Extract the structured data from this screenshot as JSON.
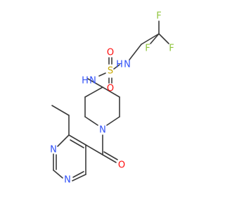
{
  "molecule": {
    "atoms": [
      {
        "label": "F",
        "color": "#8fc43c"
      },
      {
        "label": "F",
        "color": "#8fc43c"
      },
      {
        "label": "F",
        "color": "#8fc43c"
      },
      {
        "label": "H",
        "color": "#3050f8"
      },
      {
        "label": "N",
        "color": "#3050f8"
      },
      {
        "label": "S",
        "color": "#c8a800"
      },
      {
        "label": "O",
        "color": "#ff0d0d"
      },
      {
        "label": "O",
        "color": "#ff0d0d"
      },
      {
        "label": "H",
        "color": "#3050f8"
      },
      {
        "label": "N",
        "color": "#3050f8"
      },
      {
        "label": "N",
        "color": "#3050f8"
      },
      {
        "label": "O",
        "color": "#ff0d0d"
      },
      {
        "label": "N",
        "color": "#3050f8"
      },
      {
        "label": "N",
        "color": "#3050f8"
      }
    ],
    "bond_color": "#3a3a3a"
  }
}
